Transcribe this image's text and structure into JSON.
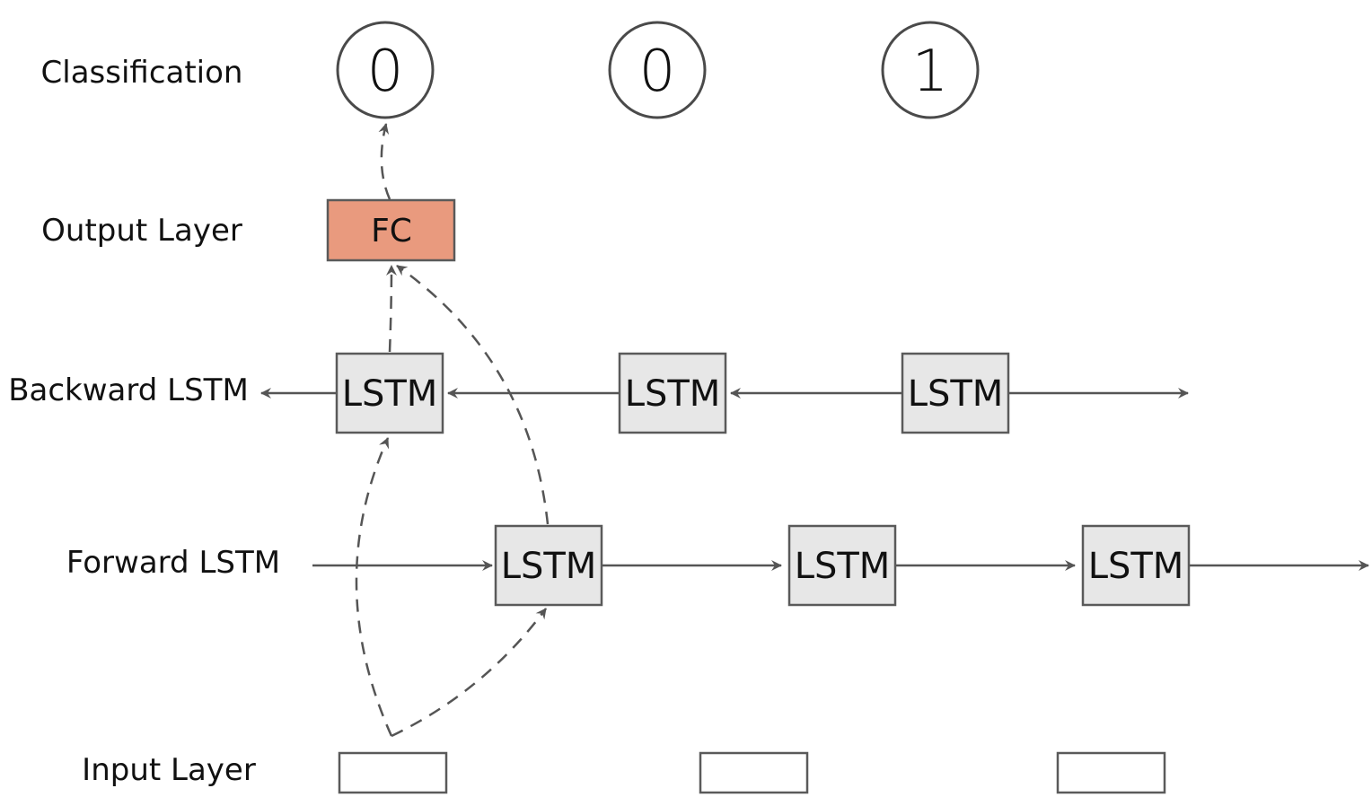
{
  "rows": {
    "classification": "Classification",
    "output": "Output Layer",
    "backward": "Backward LSTM",
    "forward": "Forward LSTM",
    "input": "Input Layer"
  },
  "classifications": [
    "0",
    "0",
    "1"
  ],
  "fc_label": "FC",
  "lstm_label": "LSTM",
  "colors": {
    "fc_fill": "#e99a7e",
    "lstm_fill": "#e7e7e7",
    "stroke": "#555555"
  }
}
